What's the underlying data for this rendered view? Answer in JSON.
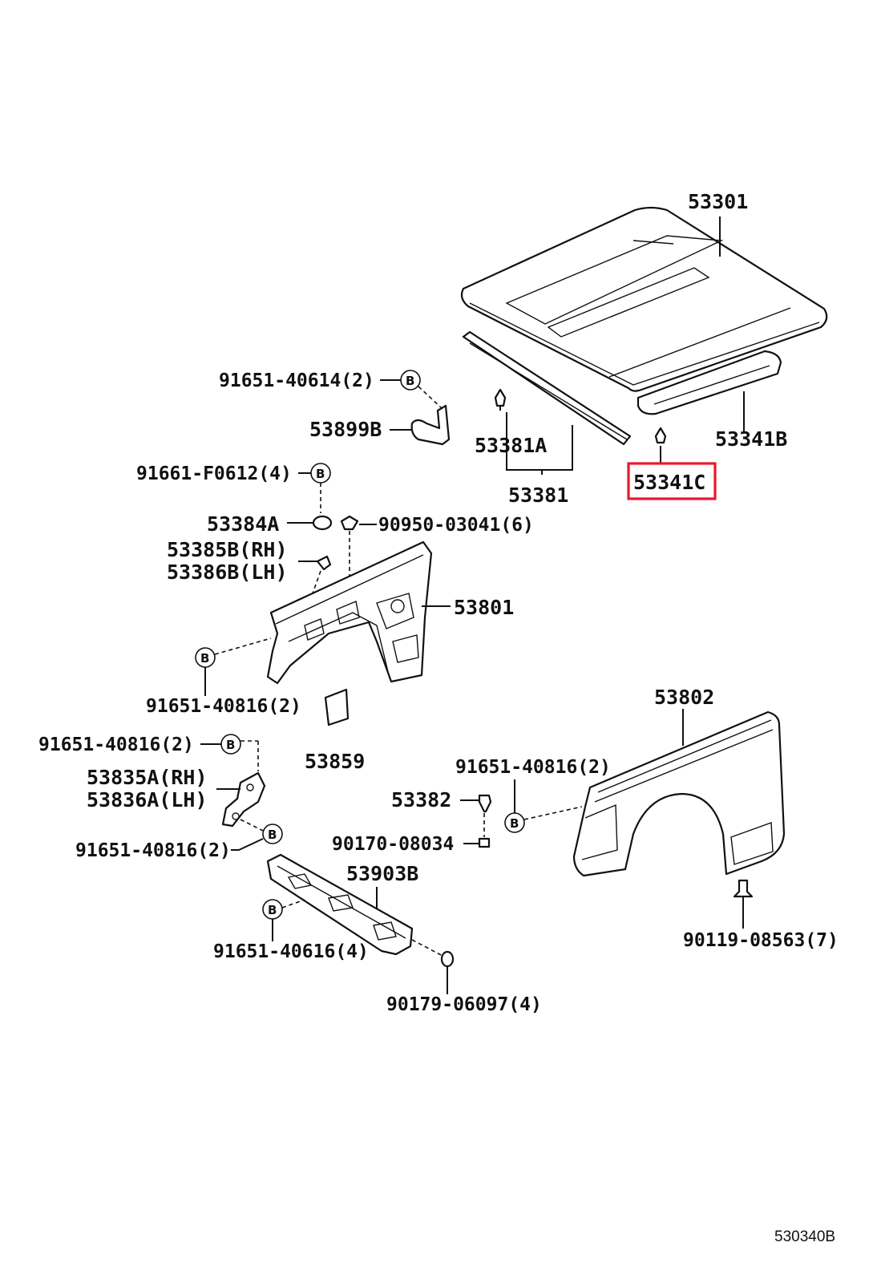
{
  "diagram_ref": "530340B",
  "fastener_marker": "B",
  "highlight_color": "#e8192c",
  "labels": {
    "hood": "53301",
    "hood_insulator_b": "53341B",
    "hood_insulator_c": "53341C",
    "hood_seal_assy": "53381",
    "hood_seal_a": "53381A",
    "bracket_b": "53899B",
    "bolt_40614": "91651-40614(2)",
    "bolt_f0612": "91661-F0612(4)",
    "bumper_a": "53384A",
    "clip_03041": "90950-03041(6)",
    "hinge_b_rh": "53385B(RH)",
    "hinge_b_lh": "53386B(LH)",
    "apron": "53801",
    "bolt_40816_a": "91651-40816(2)",
    "bolt_40816_b": "91651-40816(2)",
    "bolt_40816_c": "91651-40816(2)",
    "bolt_40816_d": "91651-40816(2)",
    "hinge_a_rh": "53835A(RH)",
    "hinge_a_lh": "53836A(LH)",
    "seal_plate": "53859",
    "fender": "53802",
    "cushion": "53382",
    "nut_08034": "90170-08034",
    "brace": "53903B",
    "bolt_40616": "91651-40616(4)",
    "nut_06097": "90179-06097(4)",
    "bolt_08563": "90119-08563(7)"
  }
}
